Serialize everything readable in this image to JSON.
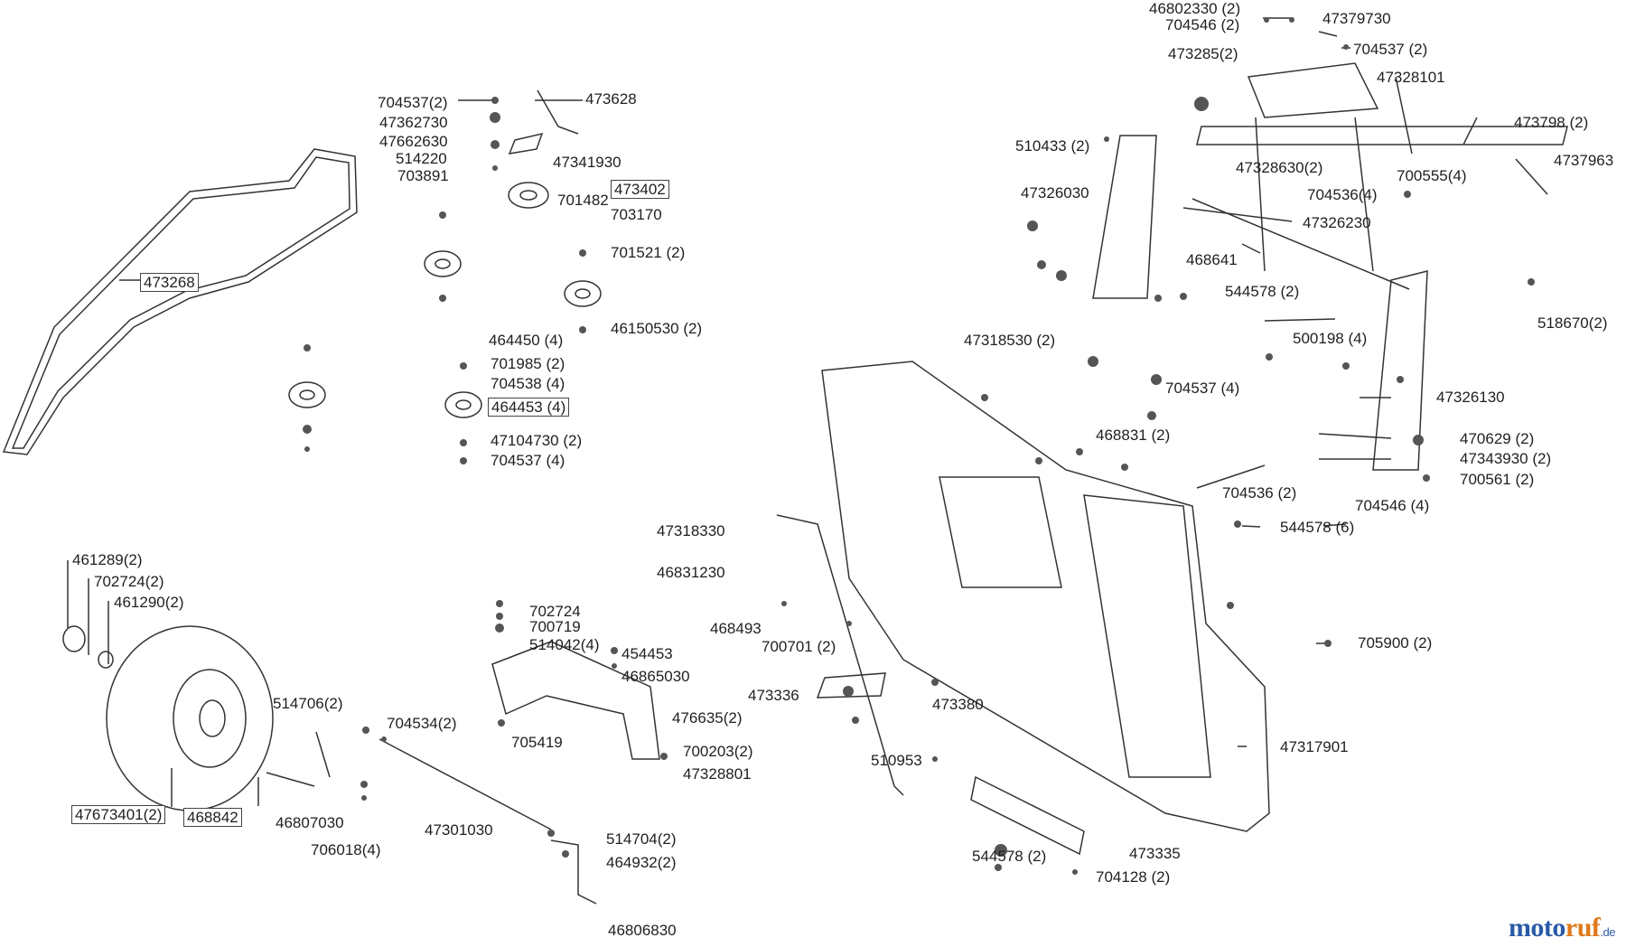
{
  "diagram": {
    "labels": [
      {
        "id": "l01",
        "text": "46802330 (2)"
      },
      {
        "id": "l02",
        "text": "704546 (2)"
      },
      {
        "id": "l03",
        "text": "47379730"
      },
      {
        "id": "l04",
        "text": "704537 (2)"
      },
      {
        "id": "l05",
        "text": "473285(2)"
      },
      {
        "id": "l06",
        "text": "47328101"
      },
      {
        "id": "l07",
        "text": "510433 (2)"
      },
      {
        "id": "l08",
        "text": "47328630(2)"
      },
      {
        "id": "l09",
        "text": "473798 (2)"
      },
      {
        "id": "l10",
        "text": "4737963"
      },
      {
        "id": "l11",
        "text": "700555(4)"
      },
      {
        "id": "l12",
        "text": "704536(4)"
      },
      {
        "id": "l13",
        "text": "47326030"
      },
      {
        "id": "l14",
        "text": "47326230"
      },
      {
        "id": "l15",
        "text": "468641"
      },
      {
        "id": "l16",
        "text": "544578 (2)"
      },
      {
        "id": "l17",
        "text": "518670(2)"
      },
      {
        "id": "l18",
        "text": "47318530 (2)"
      },
      {
        "id": "l19",
        "text": "500198 (4)"
      },
      {
        "id": "l20",
        "text": "704537 (4)"
      },
      {
        "id": "l21",
        "text": "47326130"
      },
      {
        "id": "l22",
        "text": "468831 (2)"
      },
      {
        "id": "l23",
        "text": "470629 (2)"
      },
      {
        "id": "l24",
        "text": "47343930 (2)"
      },
      {
        "id": "l25",
        "text": "700561 (2)"
      },
      {
        "id": "l26",
        "text": "704536 (2)"
      },
      {
        "id": "l27",
        "text": "704546 (4)"
      },
      {
        "id": "l28",
        "text": "544578 (6)"
      },
      {
        "id": "l29",
        "text": "705900 (2)"
      },
      {
        "id": "l30",
        "text": "47317901"
      },
      {
        "id": "l31",
        "text": "473335"
      },
      {
        "id": "l32",
        "text": "544578 (2)"
      },
      {
        "id": "l33",
        "text": "704128 (2)"
      },
      {
        "id": "l34",
        "text": "704537(2)"
      },
      {
        "id": "l35",
        "text": "473628"
      },
      {
        "id": "l36",
        "text": "47362730"
      },
      {
        "id": "l37",
        "text": "47662630"
      },
      {
        "id": "l38",
        "text": "514220"
      },
      {
        "id": "l39",
        "text": "47341930"
      },
      {
        "id": "l40",
        "text": "703891"
      },
      {
        "id": "l41",
        "text": "701482"
      },
      {
        "id": "l42",
        "text": "473402"
      },
      {
        "id": "l43",
        "text": "703170"
      },
      {
        "id": "l44",
        "text": "701521 (2)"
      },
      {
        "id": "l45",
        "text": "473268"
      },
      {
        "id": "l46",
        "text": "46150530 (2)"
      },
      {
        "id": "l47",
        "text": "464450 (4)"
      },
      {
        "id": "l48",
        "text": "701985 (2)"
      },
      {
        "id": "l49",
        "text": "704538 (4)"
      },
      {
        "id": "l50",
        "text": "464453 (4)"
      },
      {
        "id": "l51",
        "text": "47104730 (2)"
      },
      {
        "id": "l52",
        "text": "704537 (4)"
      },
      {
        "id": "l53",
        "text": "47318330"
      },
      {
        "id": "l54",
        "text": "46831230"
      },
      {
        "id": "l55",
        "text": "468493"
      },
      {
        "id": "l56",
        "text": "700701 (2)"
      },
      {
        "id": "l57",
        "text": "473336"
      },
      {
        "id": "l58",
        "text": "473380"
      },
      {
        "id": "l59",
        "text": "510953"
      },
      {
        "id": "l60",
        "text": "461289(2)"
      },
      {
        "id": "l61",
        "text": "702724(2)"
      },
      {
        "id": "l62",
        "text": "461290(2)"
      },
      {
        "id": "l63",
        "text": "702724"
      },
      {
        "id": "l64",
        "text": "700719"
      },
      {
        "id": "l65",
        "text": "514042(4)"
      },
      {
        "id": "l66",
        "text": "454453"
      },
      {
        "id": "l67",
        "text": "46865030"
      },
      {
        "id": "l68",
        "text": "514706(2)"
      },
      {
        "id": "l69",
        "text": "704534(2)"
      },
      {
        "id": "l70",
        "text": "476635(2)"
      },
      {
        "id": "l71",
        "text": "705419"
      },
      {
        "id": "l72",
        "text": "700203(2)"
      },
      {
        "id": "l73",
        "text": "47328801"
      },
      {
        "id": "l74",
        "text": "47673401(2)"
      },
      {
        "id": "l75",
        "text": "468842"
      },
      {
        "id": "l76",
        "text": "46807030"
      },
      {
        "id": "l77",
        "text": "47301030"
      },
      {
        "id": "l78",
        "text": "706018(4)"
      },
      {
        "id": "l79",
        "text": "514704(2)"
      },
      {
        "id": "l80",
        "text": "464932(2)"
      },
      {
        "id": "l81",
        "text": "46806830"
      }
    ],
    "watermark": {
      "part1": "moto",
      "part2": "ruf",
      "part3": ".de"
    }
  }
}
